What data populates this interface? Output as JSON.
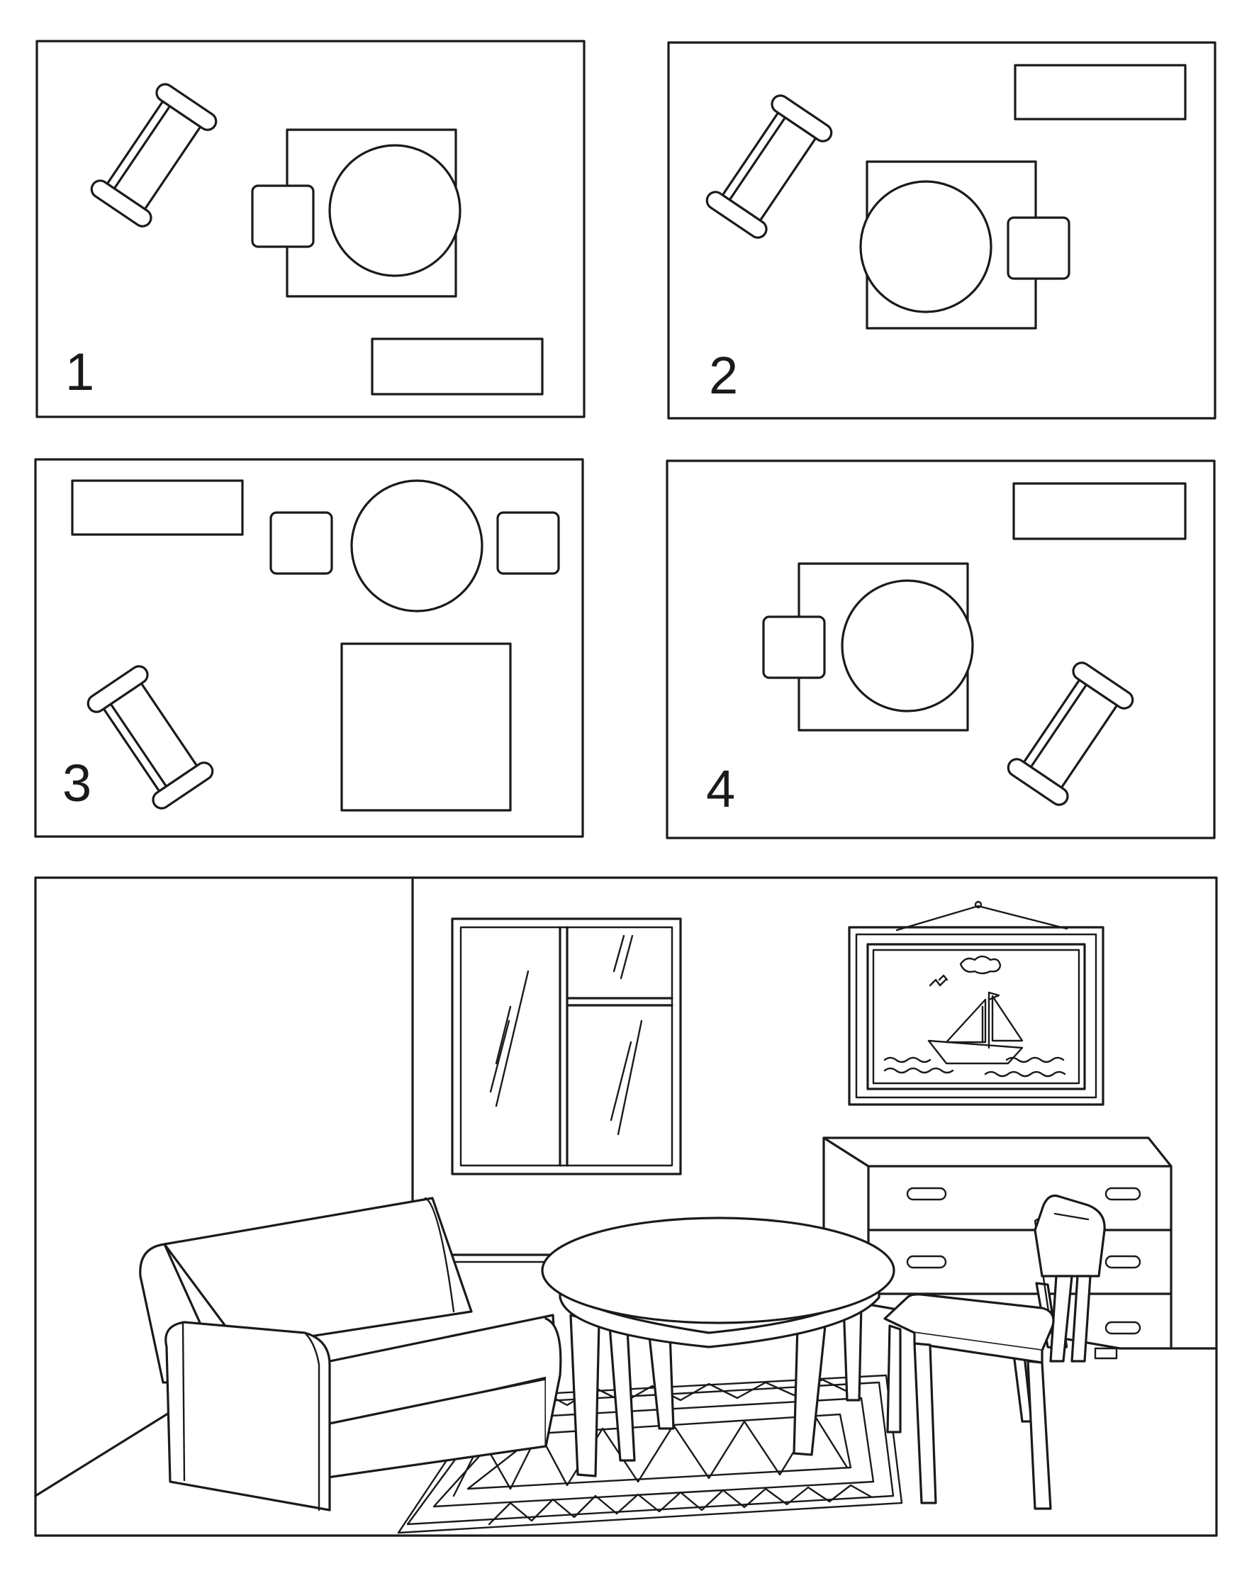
{
  "plans": [
    {
      "number": "1"
    },
    {
      "number": "2"
    },
    {
      "number": "3"
    },
    {
      "number": "4"
    }
  ],
  "colors": {
    "line": "#1a1a1a",
    "paper": "#ffffff"
  }
}
